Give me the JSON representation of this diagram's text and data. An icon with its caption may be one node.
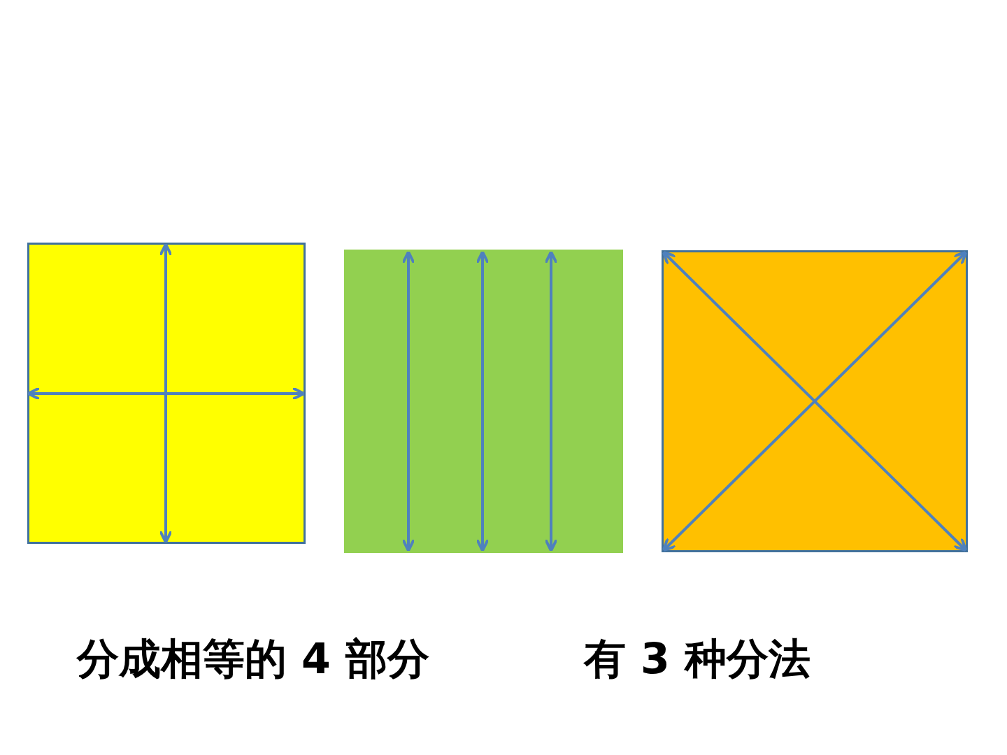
{
  "diagram": {
    "nodes": [
      {
        "text": [],
        "shape": "box"
      },
      {
        "text": [],
        "shape": "box"
      },
      {
        "text": [],
        "shape": "box"
      }
    ],
    "labels": [
      "分成相等的 4 部分",
      "有 3 种分法"
    ]
  }
}
